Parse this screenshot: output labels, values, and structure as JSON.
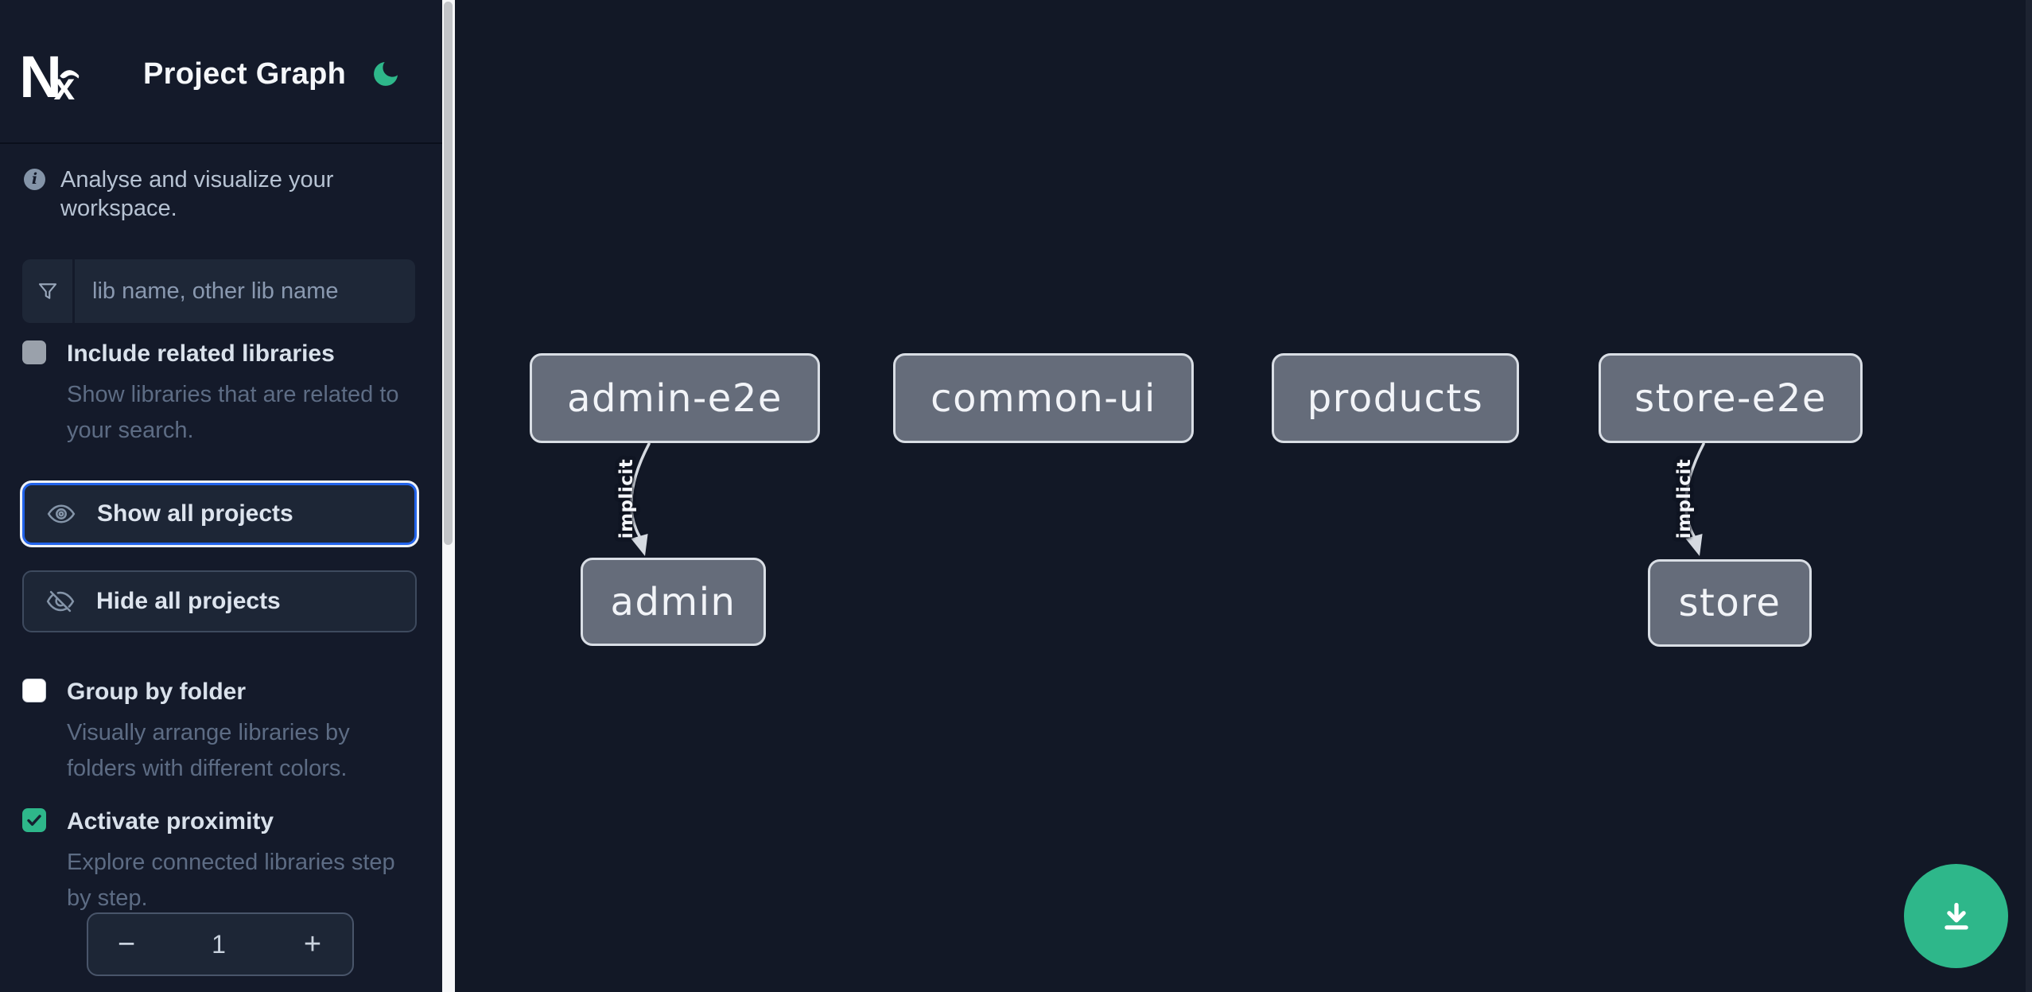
{
  "app": {
    "title": "Project Graph"
  },
  "sidebar": {
    "tagline": "Analyse and visualize your workspace.",
    "filter_placeholder": "lib name, other lib name",
    "filter_value": "",
    "options": [
      {
        "label": "Include related libraries",
        "description": "Show libraries that are related to your search.",
        "checked": false
      },
      {
        "label": "Group by folder",
        "description": "Visually arrange libraries by folders with different colors.",
        "checked": false
      },
      {
        "label": "Activate proximity",
        "description": "Explore connected libraries step by step.",
        "checked": true
      }
    ],
    "show_all_label": "Show all projects",
    "hide_all_label": "Hide all projects",
    "stepper": {
      "decrement": "−",
      "value": "1",
      "increment": "+"
    }
  },
  "graph": {
    "nodes": [
      {
        "label": "admin-e2e"
      },
      {
        "label": "common-ui"
      },
      {
        "label": "products"
      },
      {
        "label": "store-e2e"
      },
      {
        "label": "admin"
      },
      {
        "label": "store"
      }
    ],
    "edges": [
      {
        "source": "admin-e2e",
        "target": "admin",
        "label": "implicit"
      },
      {
        "source": "store-e2e",
        "target": "store",
        "label": "implicit"
      }
    ]
  },
  "colors": {
    "accent_green": "#2eb78a",
    "focus_blue": "#2263ea",
    "node_fill": "#656c7a",
    "node_border": "#d9dee5",
    "sidebar_bg": "#141a2a",
    "canvas_bg": "#121826"
  }
}
